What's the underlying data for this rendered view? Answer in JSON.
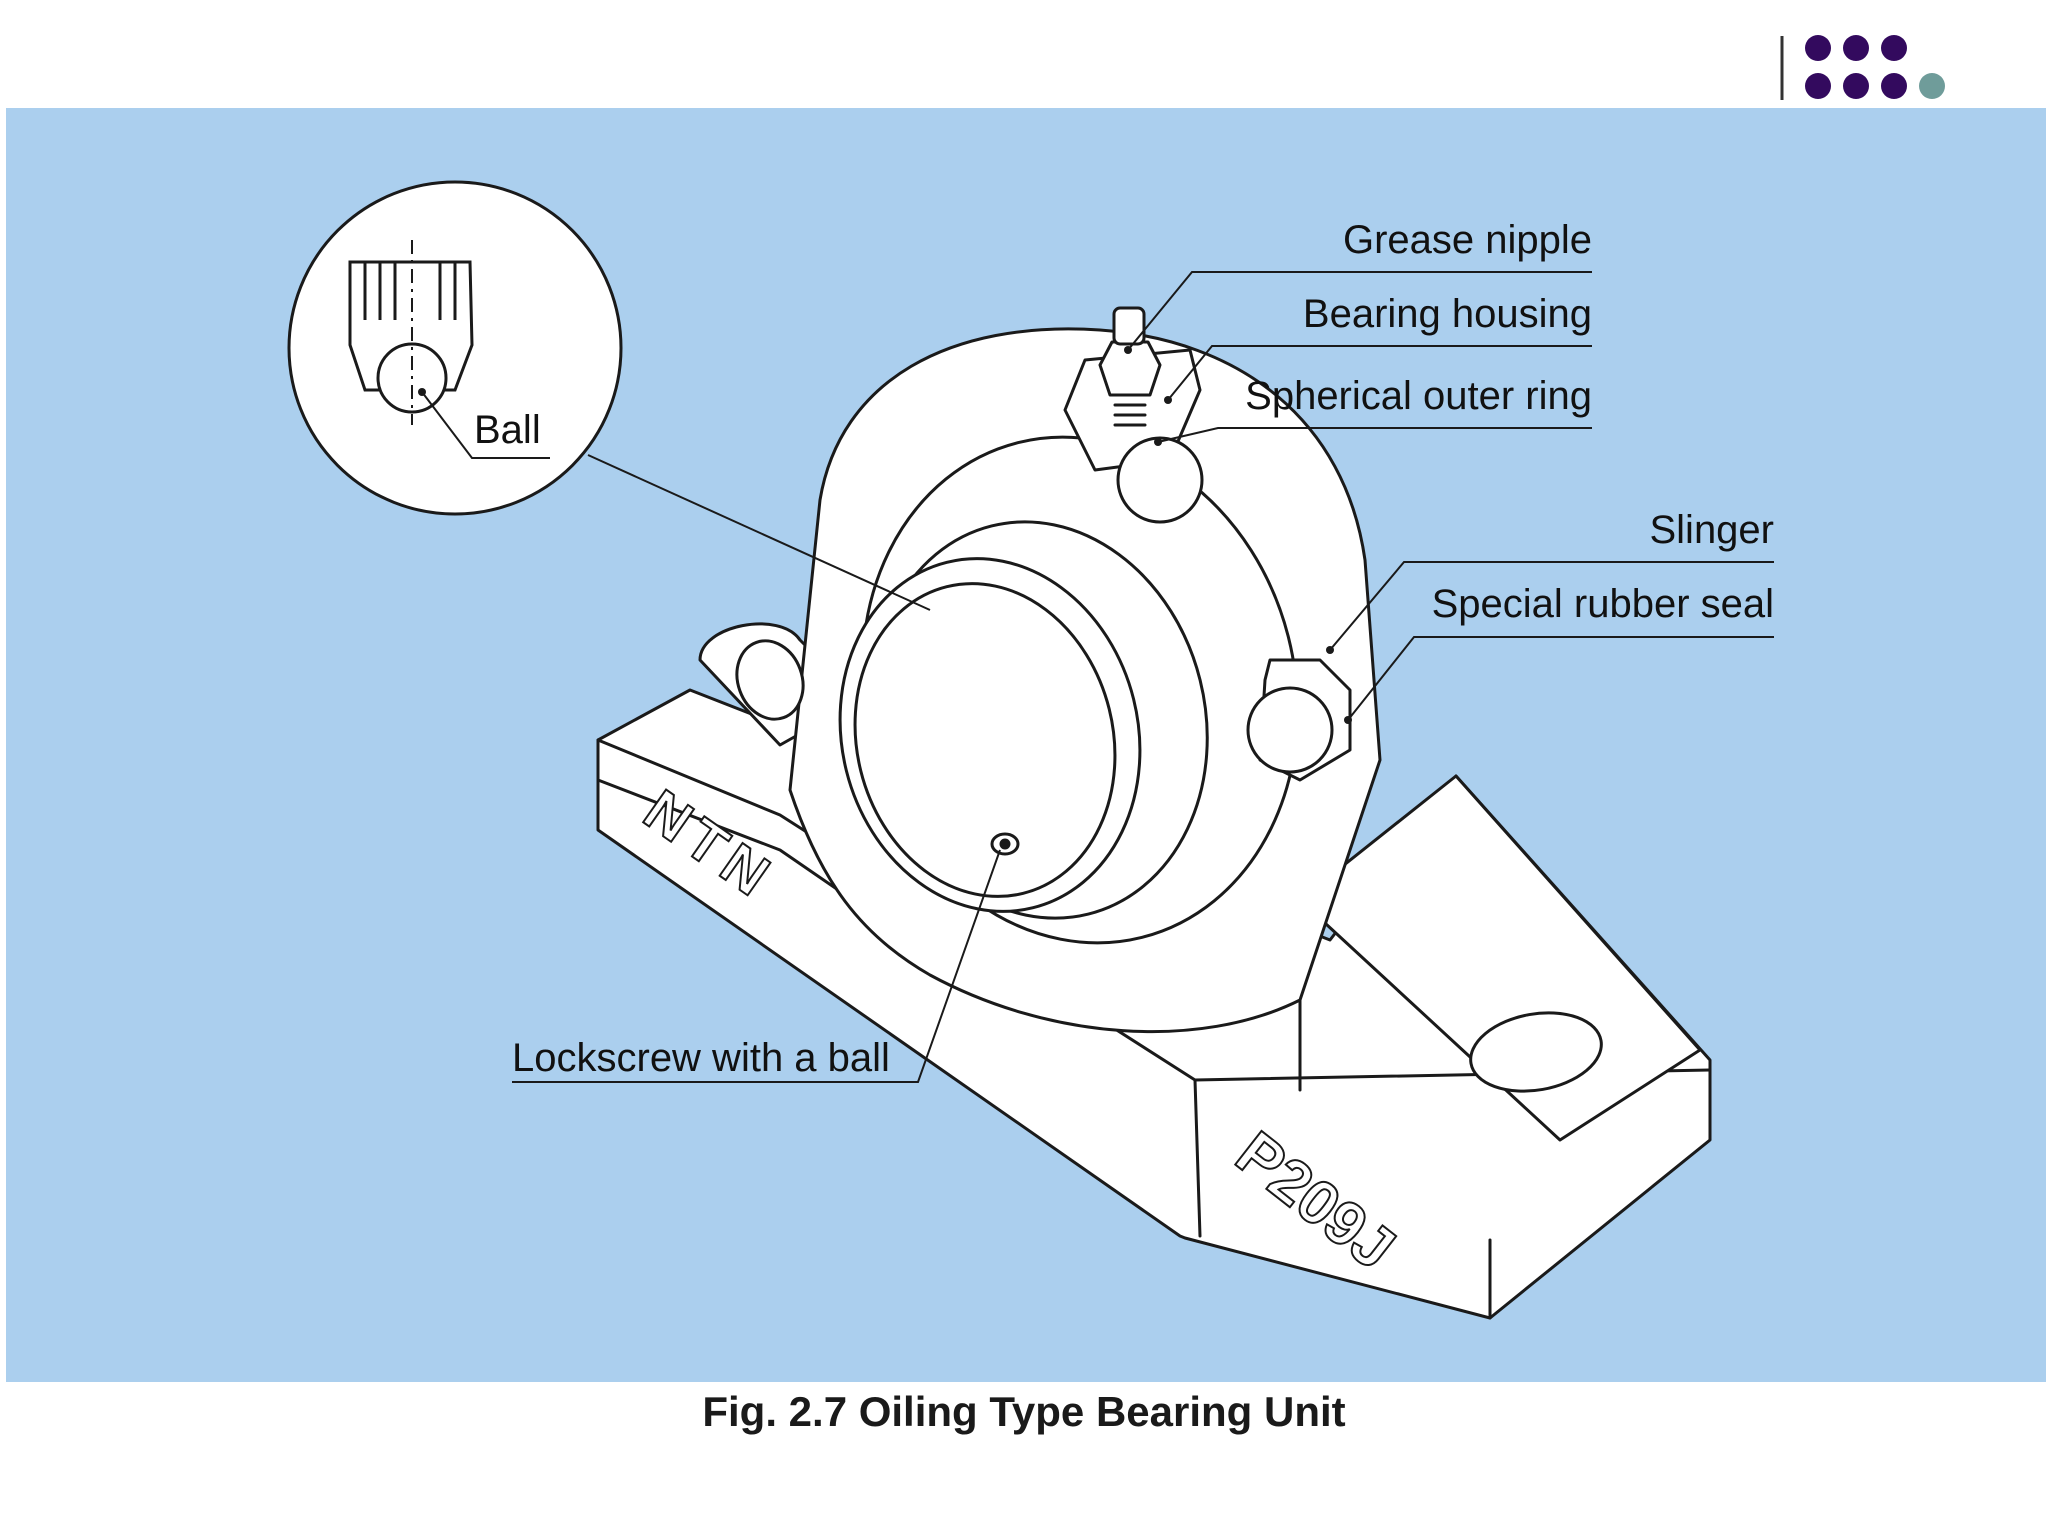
{
  "colors": {
    "panel_background": "#abcfee",
    "logo_dot_primary": "#330a5e",
    "logo_dot_accent": "#6f9c9a",
    "outline": "#1a1a1a",
    "part_fill": "#ffffff"
  },
  "logo": {
    "icon": "dot-grid-logo",
    "dot_rows": 2,
    "dots_per_row": 4
  },
  "diagram": {
    "inset_label": "Ball",
    "callouts": {
      "grease_nipple": "Grease nipple",
      "bearing_housing": "Bearing housing",
      "spherical_outer_ring": "Spherical outer ring",
      "slinger": "Slinger",
      "special_rubber_seal": "Special rubber seal",
      "lockscrew": "Lockscrew with a ball"
    },
    "emboss_brand": "NTN",
    "emboss_model": "P209J"
  },
  "caption": "Fig. 2.7  Oiling Type Bearing Unit"
}
